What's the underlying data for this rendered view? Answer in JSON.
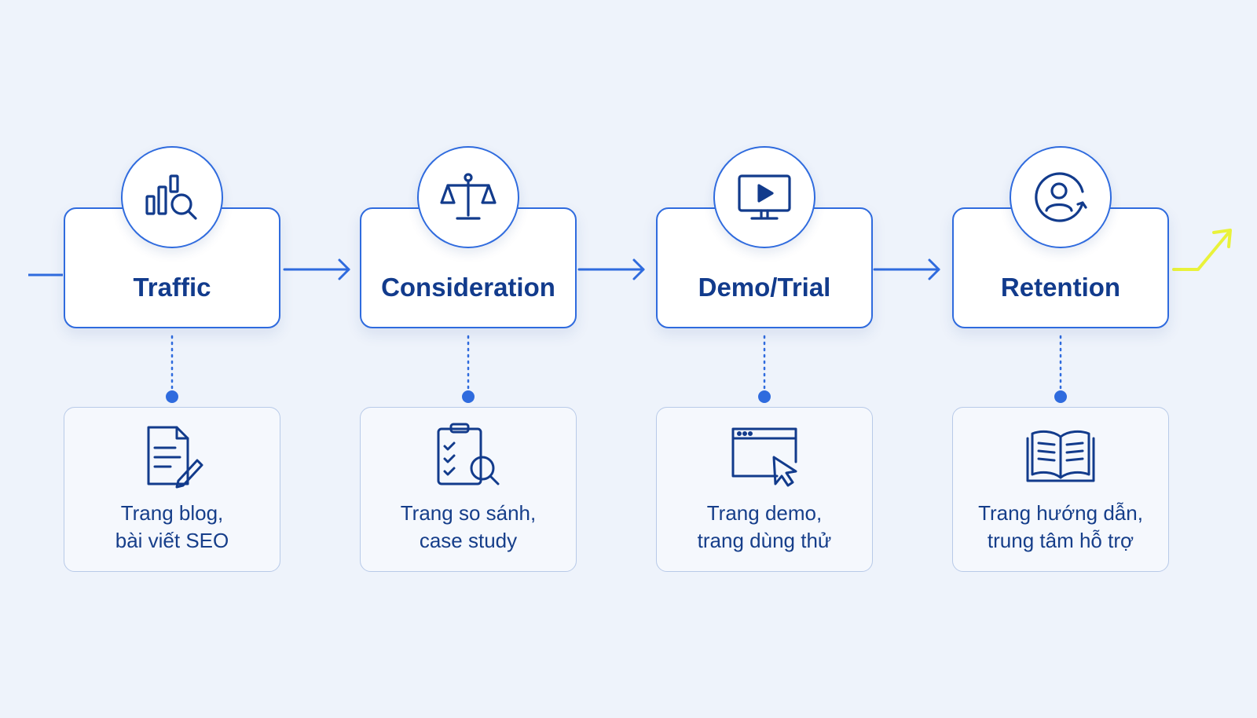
{
  "colors": {
    "background": "#EEF3FB",
    "primary_blue": "#2F6BDE",
    "title_text": "#123B8C",
    "detail_text": "#163E8A",
    "detail_border": "#B8CAE8",
    "accent_yellow": "#E9F23A"
  },
  "stages": [
    {
      "title": "Traffic",
      "stage_icon": "chart-search-icon",
      "detail_icon": "document-edit-icon",
      "detail_lines": [
        "Trang blog,",
        "bài viết SEO"
      ]
    },
    {
      "title": "Consideration",
      "stage_icon": "balance-scale-icon",
      "detail_icon": "clipboard-checklist-search-icon",
      "detail_lines": [
        "Trang so sánh,",
        "case study"
      ]
    },
    {
      "title": "Demo/Trial",
      "stage_icon": "monitor-play-icon",
      "detail_icon": "browser-cursor-icon",
      "detail_lines": [
        "Trang demo,",
        "trang dùng thử"
      ]
    },
    {
      "title": "Retention",
      "stage_icon": "user-cycle-icon",
      "detail_icon": "open-book-icon",
      "detail_lines": [
        "Trang hướng dẫn,",
        "trung tâm hỗ trợ"
      ]
    }
  ]
}
